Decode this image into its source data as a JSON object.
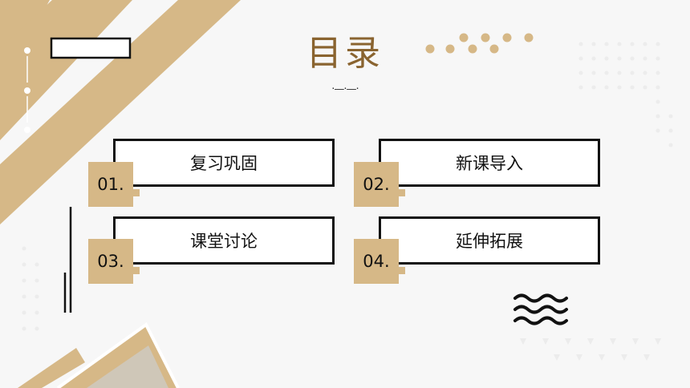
{
  "title": "目录",
  "title_divider": "·—·—·",
  "colors": {
    "accent": "#d6b887",
    "title": "#8a6430",
    "dark": "#111111",
    "background": "#f7f7f7"
  },
  "items": [
    {
      "number": "01.",
      "label": "复习巩固"
    },
    {
      "number": "02.",
      "label": "新课导入"
    },
    {
      "number": "03.",
      "label": "课堂讨论"
    },
    {
      "number": "04.",
      "label": "延伸拓展"
    }
  ]
}
